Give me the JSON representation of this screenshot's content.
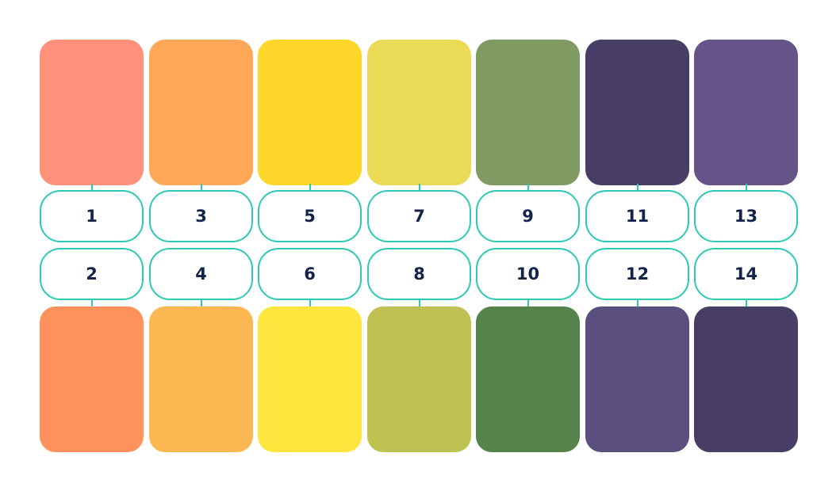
{
  "columns": [
    {
      "top": {
        "label": "1",
        "color": "#ff917a"
      },
      "bottom": {
        "label": "2",
        "color": "#ff925c"
      }
    },
    {
      "top": {
        "label": "3",
        "color": "#fea757"
      },
      "bottom": {
        "label": "4",
        "color": "#fbb852"
      }
    },
    {
      "top": {
        "label": "5",
        "color": "#ffd72b"
      },
      "bottom": {
        "label": "6",
        "color": "#ffe63e"
      }
    },
    {
      "top": {
        "label": "7",
        "color": "#ebda56"
      },
      "bottom": {
        "label": "8",
        "color": "#bfc250"
      }
    },
    {
      "top": {
        "label": "9",
        "color": "#7f9a62"
      },
      "bottom": {
        "label": "10",
        "color": "#56834c"
      }
    },
    {
      "top": {
        "label": "11",
        "color": "#483d64"
      },
      "bottom": {
        "label": "12",
        "color": "#5a4f7f"
      }
    },
    {
      "top": {
        "label": "13",
        "color": "#665388"
      },
      "bottom": {
        "label": "14",
        "color": "#483d64"
      }
    }
  ],
  "connector_color": "#2cc9b5",
  "label_text_color": "#13234a"
}
